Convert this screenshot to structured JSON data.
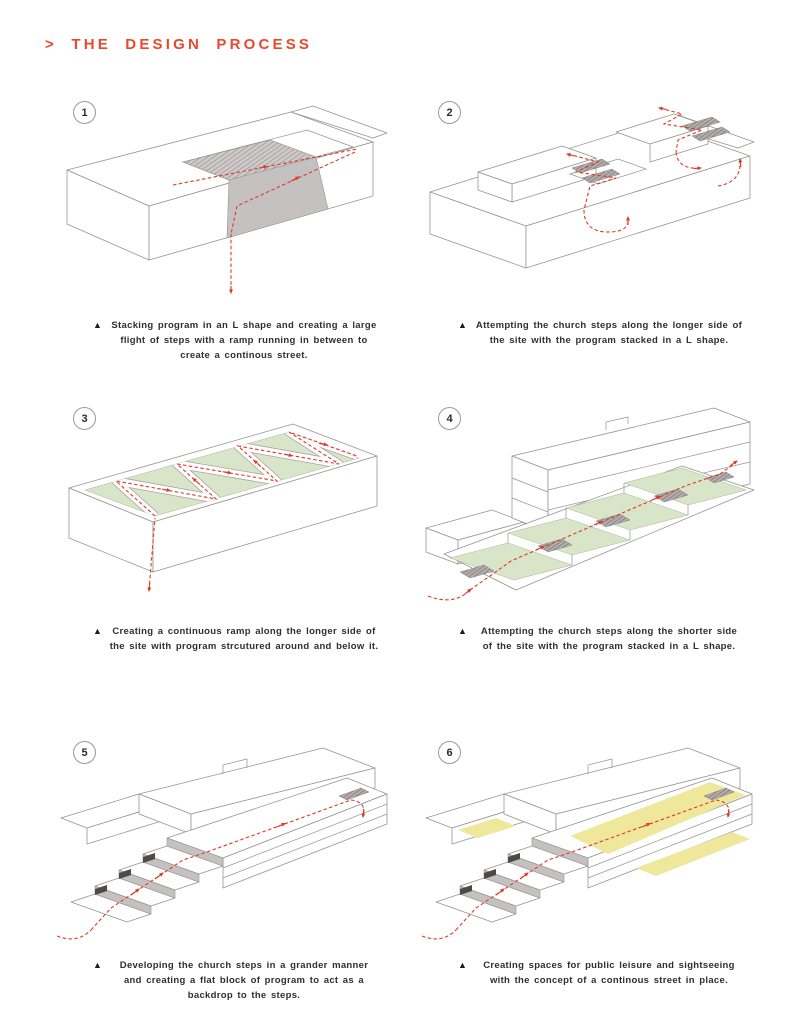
{
  "title": "> THE DESIGN PROCESS",
  "marker": "▲",
  "colors": {
    "accent": "#e8492e",
    "path_red": "#dd3a27",
    "terrace_green": "#d8e5c9",
    "public_yellow": "#efe79b",
    "outline_gray": "#989393"
  },
  "panels": [
    {
      "number": "1",
      "lines": [
        "Stacking program in an L shape and creating a large",
        "flight of steps with a ramp running in between to",
        "create a continous street."
      ]
    },
    {
      "number": "2",
      "lines": [
        "Attempting the church steps along the longer side of",
        "the site with the program stacked in a L shape."
      ]
    },
    {
      "number": "3",
      "lines": [
        "Creating a continuous ramp along the longer side of",
        "the site with program strcutured around and below it."
      ]
    },
    {
      "number": "4",
      "lines": [
        "Attempting the church steps along the shorter side",
        "of the site with the program stacked in a L shape."
      ]
    },
    {
      "number": "5",
      "lines": [
        "Developing the church steps in a grander manner",
        "and creating a flat block of program to act as a",
        "backdrop to the steps."
      ]
    },
    {
      "number": "6",
      "lines": [
        "Creating spaces for public leisure and sightseeing",
        "with the concept of a continous street in place."
      ]
    }
  ]
}
